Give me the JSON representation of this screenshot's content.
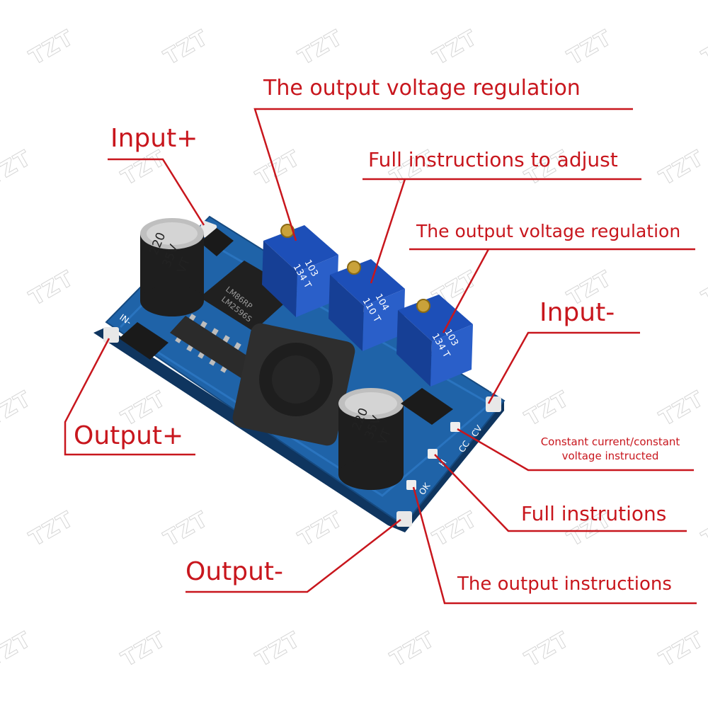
{
  "watermark": {
    "text": "TZT",
    "color": "#d6d6d6"
  },
  "colors": {
    "callout": "#c8161d",
    "pcb": "#1f63a8",
    "pcb_dark": "#123f73",
    "pot": "#1d4fb8"
  },
  "labels": {
    "input_plus": "Input+",
    "voltage_reg_top": "The output voltage regulation",
    "full_adjust": "Full instructions to adjust",
    "voltage_reg_right": "The output voltage regulation",
    "input_minus": "Input-",
    "output_plus": "Output+",
    "cc_cv_line1": "Constant current/constant",
    "cc_cv_line2": "voltage instructed",
    "full_instructions": "Full instrutions",
    "output_minus": "Output-",
    "output_instructions": "The output instructions"
  },
  "board_print": {
    "cap_left": [
      "220",
      "35V",
      "VT"
    ],
    "cap_right": [
      "220",
      "35V",
      "VT"
    ],
    "pot1": "103",
    "pot1_code": "134 T",
    "pot2": "104",
    "pot2_code": "110 T",
    "pot3": "103",
    "pot3_code": "134 T",
    "chip_line1": "LM2596S",
    "chip_line2": "LM86RP",
    "pin_in_minus": "IN-",
    "pin_in_plus": "++",
    "led_cc": "CC",
    "led_cv": "CV",
    "led_h": "H",
    "led_ok": "OK"
  }
}
